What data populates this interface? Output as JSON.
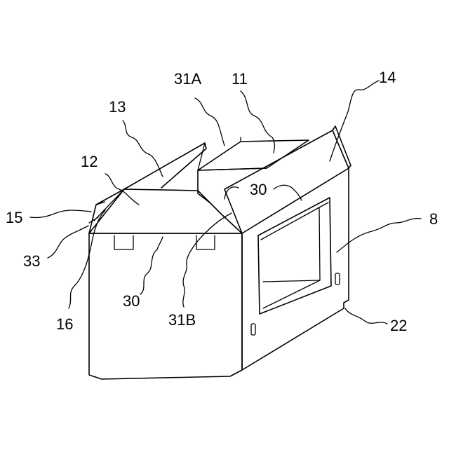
{
  "figure": {
    "labels": {
      "l31A": "31A",
      "l11": "11",
      "l14": "14",
      "l13": "13",
      "l12": "12",
      "l30_top": "30",
      "l8": "8",
      "l15": "15",
      "l33": "33",
      "l30_bottom": "30",
      "l16": "16",
      "l31B": "31B",
      "l22": "22"
    }
  }
}
